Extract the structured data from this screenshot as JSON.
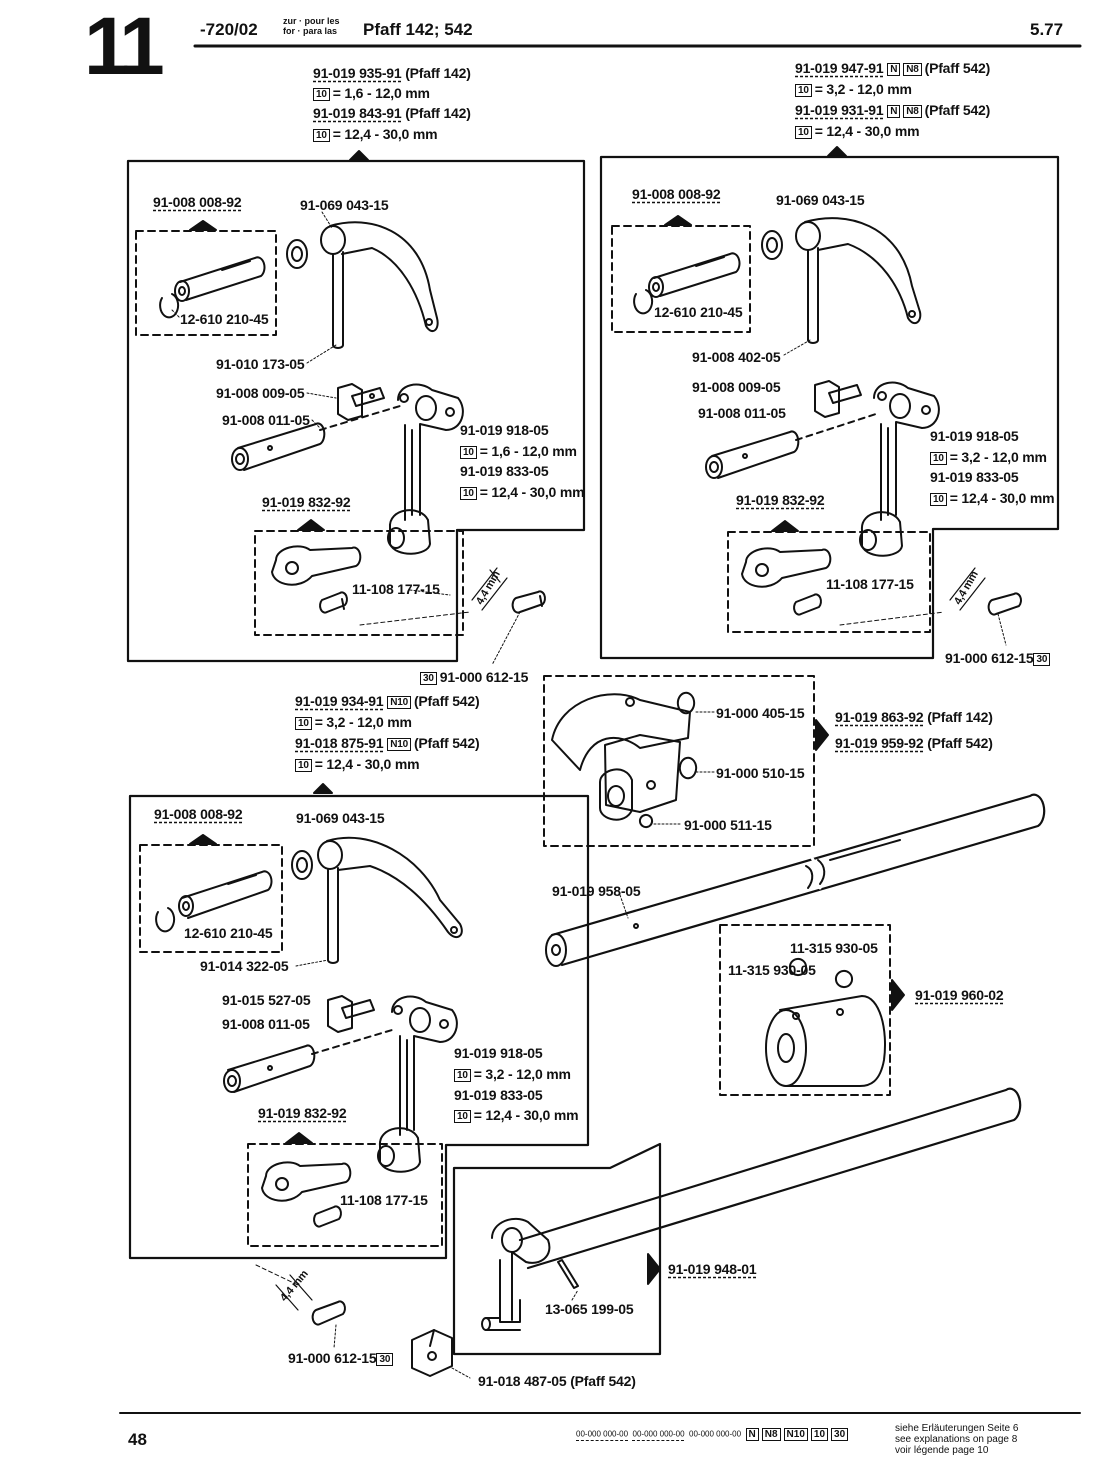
{
  "header": {
    "section_number": "11",
    "catalog_code": "-720/02",
    "for_words_top": "zur · pour les",
    "for_words_bottom": "for · para las",
    "models": "Pfaff 142; 542",
    "date_code": "5.77"
  },
  "legend": {
    "ten": "10",
    "thirty": "30",
    "n": "N",
    "n8": "N8",
    "n10": "N10"
  },
  "assembly_top_left": {
    "ref1": "91-019 935-91",
    "ref1_note": "(Pfaff 142)",
    "ref1_range": "= 1,6 - 12,0 mm",
    "ref2": "91-019 843-91",
    "ref2_note": "(Pfaff 142)",
    "ref2_range": "= 12,4 - 30,0 mm",
    "parts": {
      "a": "91-008 008-92",
      "b": "91-069 043-15",
      "c": "12-610 210-45",
      "d": "91-010 173-05",
      "e": "91-008 009-05",
      "f": "91-008 011-05",
      "g": "91-019 918-05",
      "g_range": "= 1,6 - 12,0 mm",
      "h": "91-019 833-05",
      "h_range": "= 12,4 - 30,0 mm",
      "i": "91-019 832-92",
      "j": "11-108 177-15",
      "k": "91-000 612-15"
    },
    "dim": "4,4 mm"
  },
  "assembly_top_right": {
    "ref1": "91-019 947-91",
    "ref1_note": "(Pfaff 542)",
    "ref1_range": "= 3,2 - 12,0 mm",
    "ref2": "91-019 931-91",
    "ref2_note": "(Pfaff 542)",
    "ref2_range": "= 12,4 - 30,0 mm",
    "parts": {
      "a": "91-008 008-92",
      "b": "91-069 043-15",
      "c": "12-610 210-45",
      "d": "91-008 402-05",
      "e": "91-008 009-05",
      "f": "91-008 011-05",
      "g": "91-019 918-05",
      "g_range": "= 3,2 - 12,0 mm",
      "h": "91-019 833-05",
      "h_range": "= 12,4 - 30,0 mm",
      "i": "91-019 832-92",
      "j": "11-108 177-15",
      "k": "91-000 612-15"
    },
    "dim": "4,4 mm"
  },
  "assembly_bottom_left": {
    "ref1": "91-019 934-91",
    "ref1_note": "(Pfaff 542)",
    "ref1_range": "= 3,2 - 12,0 mm",
    "ref2": "91-018 875-91",
    "ref2_note": "(Pfaff 542)",
    "ref2_range": "= 12,4 - 30,0 mm",
    "parts": {
      "a": "91-008 008-92",
      "b": "91-069 043-15",
      "c": "12-610 210-45",
      "d": "91-014 322-05",
      "e": "91-015 527-05",
      "f": "91-008 011-05",
      "g": "91-019 918-05",
      "g_range": "= 3,2 - 12,0 mm",
      "h": "91-019 833-05",
      "h_range": "= 12,4 - 30,0 mm",
      "i": "91-019 832-92",
      "j": "11-108 177-15",
      "k": "91-000 612-15"
    },
    "dim": "4,4 mm"
  },
  "clamp_group": {
    "p1": "91-000 405-15",
    "p2": "91-000 510-15",
    "p3": "91-000 511-15",
    "ref1": "91-019 863-92",
    "ref1_note": "(Pfaff 142)",
    "ref2": "91-019 959-92",
    "ref2_note": "(Pfaff 542)"
  },
  "shaft": {
    "label": "91-019 958-05"
  },
  "collar_group": {
    "p1": "11-315 930-05",
    "p2": "11-315 930-05",
    "ref": "91-019 960-02"
  },
  "crank_group": {
    "ref": "91-019 948-01",
    "pin": "13-065 199-05",
    "block": "91-018 487-05",
    "block_note": "(Pfaff 542)"
  },
  "footer": {
    "page_number": "48",
    "code1": "00-000 000-00",
    "code2": "00-000 000-00",
    "code3": "00-000 000-00",
    "note_de": "siehe Erläuterungen Seite 6",
    "note_en": "see explanations on page 8",
    "note_fr": "voir légende page 10"
  }
}
